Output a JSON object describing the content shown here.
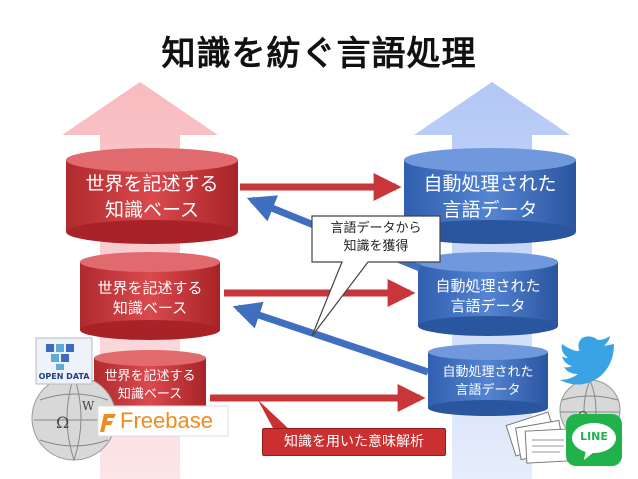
{
  "title": "知識を紡ぐ言語処理",
  "left_cylinders": [
    {
      "line1": "世界を記述する",
      "line2": "知識ベース"
    },
    {
      "line1": "世界を記述する",
      "line2": "知識ベース"
    },
    {
      "line1": "世界を記述する",
      "line2": "知識ベース"
    }
  ],
  "right_cylinders": [
    {
      "line1": "自動処理された",
      "line2": "言語データ"
    },
    {
      "line1": "自動処理された",
      "line2": "言語データ"
    },
    {
      "line1": "自動処理された",
      "line2": "言語データ"
    }
  ],
  "callout": {
    "line1": "言語データから",
    "line2": "知識を獲得"
  },
  "bottom_label": "知識を用いた意味解析",
  "logos": {
    "open_data": "OPEN DATA",
    "freebase": "Freebase",
    "line": "LINE"
  },
  "colors": {
    "left_cylinder": "#c9363a",
    "right_cylinder": "#3f6fbf",
    "left_arrow": "#f4a8ad",
    "right_arrow": "#9fb8f0",
    "flow_arrow": "#c9363a",
    "back_arrow": "#3f6fbf"
  }
}
